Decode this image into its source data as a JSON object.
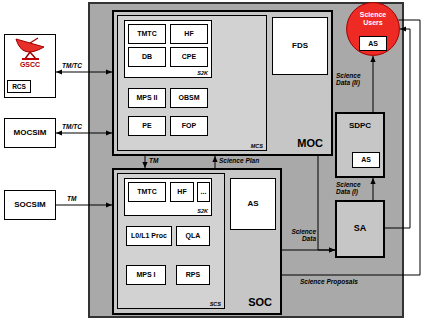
{
  "diagram": {
    "nodes": [
      {
        "text": [
          "GSCC"
        ]
      },
      {
        "text": [
          "RCS"
        ],
        "in": 0
      },
      {
        "text": [
          "MOC"
        ]
      },
      {
        "text": [
          "MCS"
        ],
        "in": 2
      },
      {
        "text": [
          "S2K"
        ],
        "in": 3
      },
      {
        "text": [
          "TMTC"
        ],
        "in": 4
      },
      {
        "text": [
          "HF"
        ],
        "in": 4
      },
      {
        "text": [
          "DB"
        ],
        "in": 4
      },
      {
        "text": [
          "CPE"
        ],
        "in": 4
      },
      {
        "text": [
          "MPS II"
        ],
        "in": 3
      },
      {
        "text": [
          "OBSM"
        ],
        "in": 3
      },
      {
        "text": [
          "PE"
        ],
        "in": 3
      },
      {
        "text": [
          "FOP"
        ],
        "in": 3
      },
      {
        "text": [
          "FDS"
        ],
        "in": 2
      },
      {
        "text": [
          "Science Users"
        ]
      },
      {
        "text": [
          "AS"
        ],
        "in": 14
      },
      {
        "text": [
          "MOCSIM"
        ]
      },
      {
        "text": [
          "SOCSIM"
        ]
      },
      {
        "text": [
          "SOC"
        ]
      },
      {
        "text": [
          "SCS"
        ],
        "in": 18
      },
      {
        "text": [
          "S2K"
        ],
        "in": 19
      },
      {
        "text": [
          "TMTC"
        ],
        "in": 20
      },
      {
        "text": [
          "HF"
        ],
        "in": 20
      },
      {
        "text": [
          "..."
        ],
        "in": 20
      },
      {
        "text": [
          "L0/L1 Proc"
        ],
        "in": 19
      },
      {
        "text": [
          "QLA"
        ],
        "in": 19
      },
      {
        "text": [
          "MPS I"
        ],
        "in": 19
      },
      {
        "text": [
          "RPS"
        ],
        "in": 19
      },
      {
        "text": [
          "AS"
        ],
        "in": 18
      },
      {
        "text": [
          "SDPC"
        ]
      },
      {
        "text": [
          "AS"
        ],
        "in": 29
      },
      {
        "text": [
          "SA"
        ]
      }
    ],
    "edges": [
      {
        "from": 0,
        "to": 2,
        "arrow": "both",
        "label": "TM/TC"
      },
      {
        "from": 16,
        "to": 2,
        "arrow": "both",
        "label": "TM/TC"
      },
      {
        "from": 17,
        "to": 18,
        "arrow": "to",
        "label": "TM"
      },
      {
        "from": 2,
        "to": 18,
        "arrow": "to",
        "label": "TM"
      },
      {
        "from": 18,
        "to": 2,
        "arrow": "to",
        "label": "Science Plan"
      },
      {
        "from": 18,
        "to": 31,
        "arrow": "to",
        "label": "Science Data"
      },
      {
        "from": 2,
        "to": 31,
        "arrow": "to"
      },
      {
        "from": 31,
        "to": 29,
        "arrow": "to",
        "label": "Science Data (I)"
      },
      {
        "from": 29,
        "to": 14,
        "arrow": "to",
        "label": "Science Data (II)"
      },
      {
        "from": 31,
        "to": 14,
        "arrow": "to"
      },
      {
        "from": 14,
        "to": 27,
        "arrow": "to",
        "label": "Science Proposals"
      }
    ]
  }
}
